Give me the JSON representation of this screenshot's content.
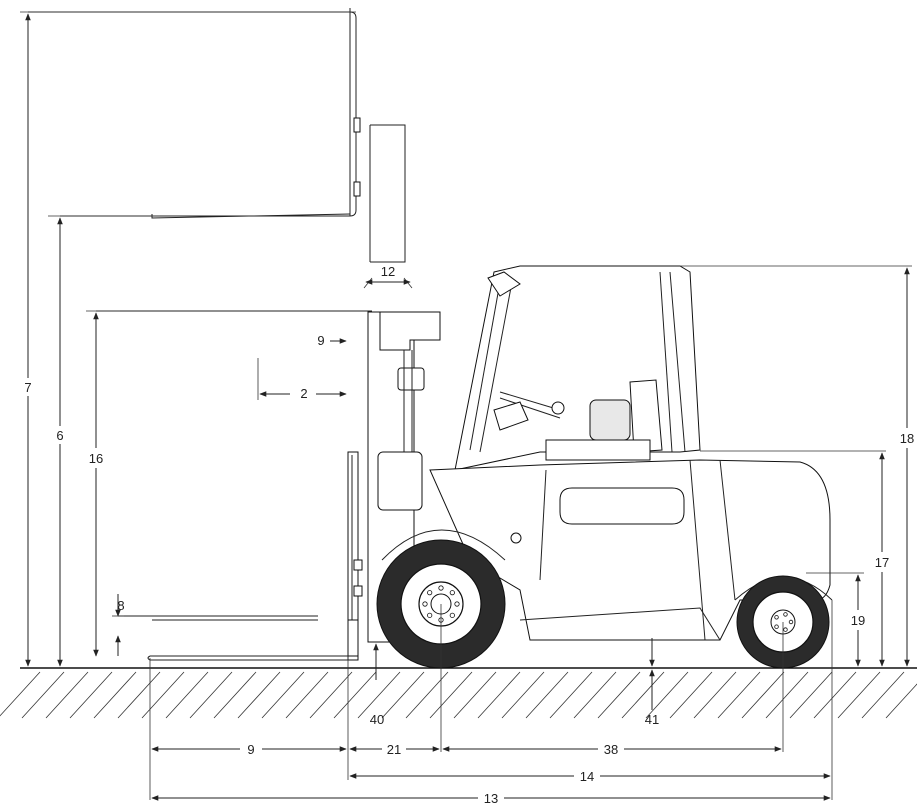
{
  "dimensions": {
    "d2": "2",
    "d6": "6",
    "d7": "7",
    "d8": "8",
    "d9_fork": "9",
    "d9_overhang": "9",
    "d12": "12",
    "d13": "13",
    "d14": "14",
    "d16": "16",
    "d17": "17",
    "d18": "18",
    "d19": "19",
    "d21": "21",
    "d38": "38",
    "d40": "40",
    "d41": "41"
  }
}
